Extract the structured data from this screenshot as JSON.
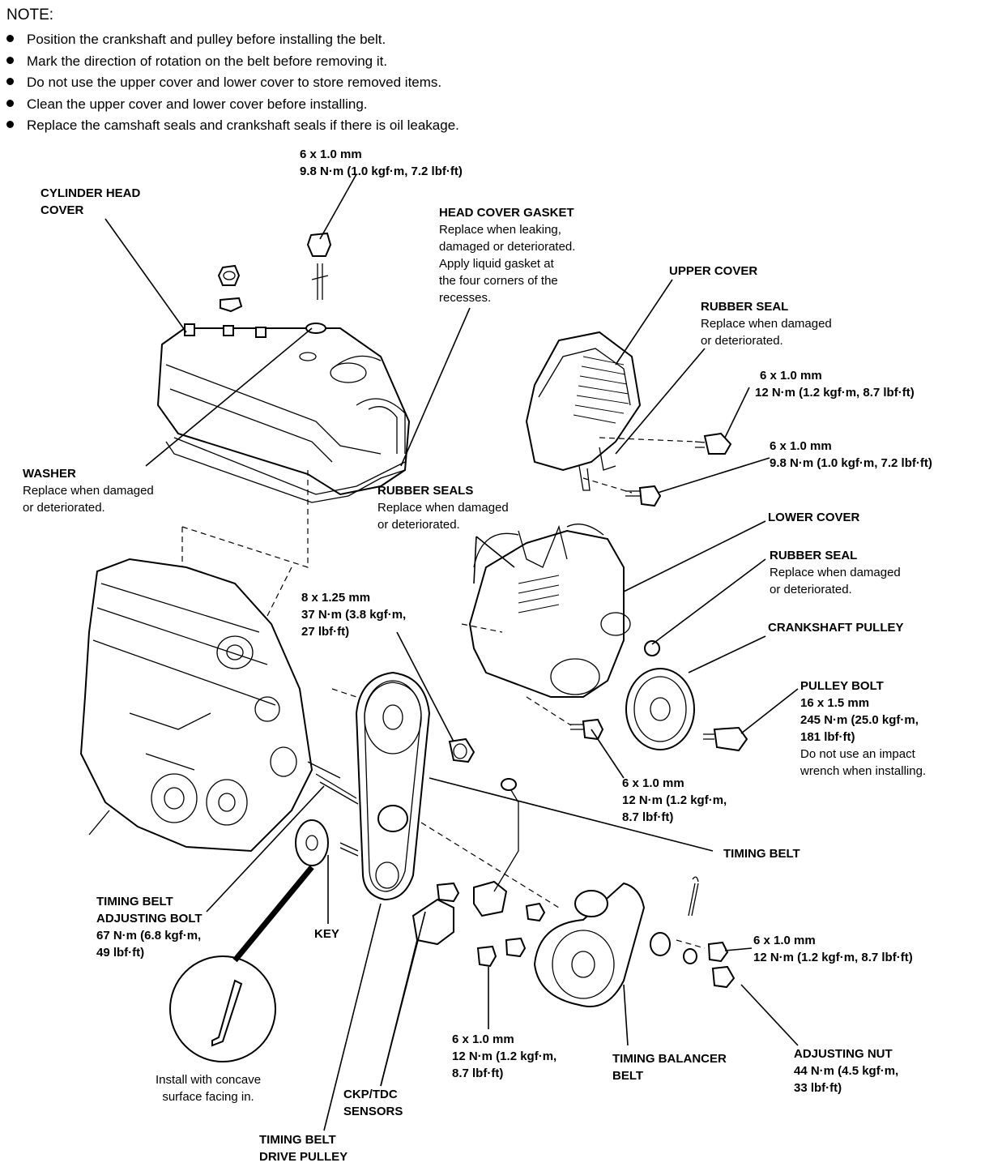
{
  "note": {
    "title": "NOTE:",
    "items": [
      "Position the crankshaft and pulley before installing the belt.",
      "Mark the direction of rotation on the belt before removing it.",
      "Do not use the upper cover and lower cover to store removed items.",
      "Clean the upper cover and lower cover before installing.",
      "Replace the camshaft seals and crankshaft seals if there is oil leakage."
    ]
  },
  "labels": {
    "head_bolt": {
      "size": "6 x 1.0 mm",
      "spec": "9.8 N·m (1.0 kgf·m, 7.2 lbf·ft)"
    },
    "cylinder_head_cover": {
      "title1": "CYLINDER HEAD",
      "title2": "COVER"
    },
    "head_cover_gasket": {
      "title": "HEAD COVER GASKET",
      "note1": "Replace when leaking,",
      "note2": "damaged or deteriorated.",
      "note3": "Apply liquid gasket at",
      "note4": "the four corners of the",
      "note5": "recesses."
    },
    "upper_cover": {
      "title": "UPPER COVER"
    },
    "rubber_seal_upper": {
      "title": "RUBBER SEAL",
      "note1": "Replace when damaged",
      "note2": "or deteriorated."
    },
    "upper_bolt_a": {
      "size": "6 x 1.0 mm",
      "spec": "12 N·m (1.2 kgf·m, 8.7 lbf·ft)"
    },
    "upper_bolt_b": {
      "size": "6 x 1.0 mm",
      "spec": "9.8 N·m (1.0 kgf·m, 7.2 lbf·ft)"
    },
    "washer": {
      "title": "WASHER",
      "note1": "Replace when damaged",
      "note2": "or deteriorated."
    },
    "rubber_seals": {
      "title": "RUBBER SEALS",
      "note1": "Replace when damaged",
      "note2": "or deteriorated."
    },
    "lower_cover": {
      "title": "LOWER COVER"
    },
    "rubber_seal_lower": {
      "title": "RUBBER SEAL",
      "note1": "Replace when damaged",
      "note2": "or deteriorated."
    },
    "crankshaft_pulley": {
      "title": "CRANKSHAFT PULLEY"
    },
    "tensioner_bolt": {
      "size": "8 x 1.25 mm",
      "spec1": "37 N·m (3.8 kgf·m,",
      "spec2": "27 lbf·ft)"
    },
    "pulley_bolt": {
      "title": "PULLEY BOLT",
      "spec1": "16 x 1.5 mm",
      "spec2": "245 N·m (25.0 kgf·m,",
      "spec3": "181 lbf·ft)",
      "note1": "Do not use an impact",
      "note2": "wrench when installing."
    },
    "lower_bolt": {
      "size": "6 x 1.0 mm",
      "spec1": "12 N·m (1.2 kgf·m,",
      "spec2": "8.7 lbf·ft)"
    },
    "timing_belt": {
      "title": "TIMING BELT"
    },
    "adjusting_bolt": {
      "title1": "TIMING BELT",
      "title2": "ADJUSTING BOLT",
      "spec1": "67 N·m (6.8 kgf·m,",
      "spec2": "49 lbf·ft)"
    },
    "key": {
      "title": "KEY"
    },
    "balancer_bolt": {
      "size": "6 x 1.0 mm",
      "spec": "12 N·m (1.2 kgf·m, 8.7 lbf·ft)"
    },
    "sensor_bolt": {
      "size": "6 x 1.0 mm",
      "spec1": "12 N·m (1.2 kgf·m,",
      "spec2": "8.7 lbf·ft)"
    },
    "timing_balancer_belt": {
      "title1": "TIMING BALANCER",
      "title2": "BELT"
    },
    "adjusting_nut": {
      "title": "ADJUSTING NUT",
      "spec1": "44 N·m (4.5 kgf·m,",
      "spec2": "33 lbf·ft)"
    },
    "ckp_tdc": {
      "title1": "CKP/TDC",
      "title2": "SENSORS"
    },
    "drive_pulley": {
      "title1": "TIMING BELT",
      "title2": "DRIVE PULLEY"
    },
    "install_note": {
      "line1": "Install with concave",
      "line2": "surface facing in."
    }
  }
}
